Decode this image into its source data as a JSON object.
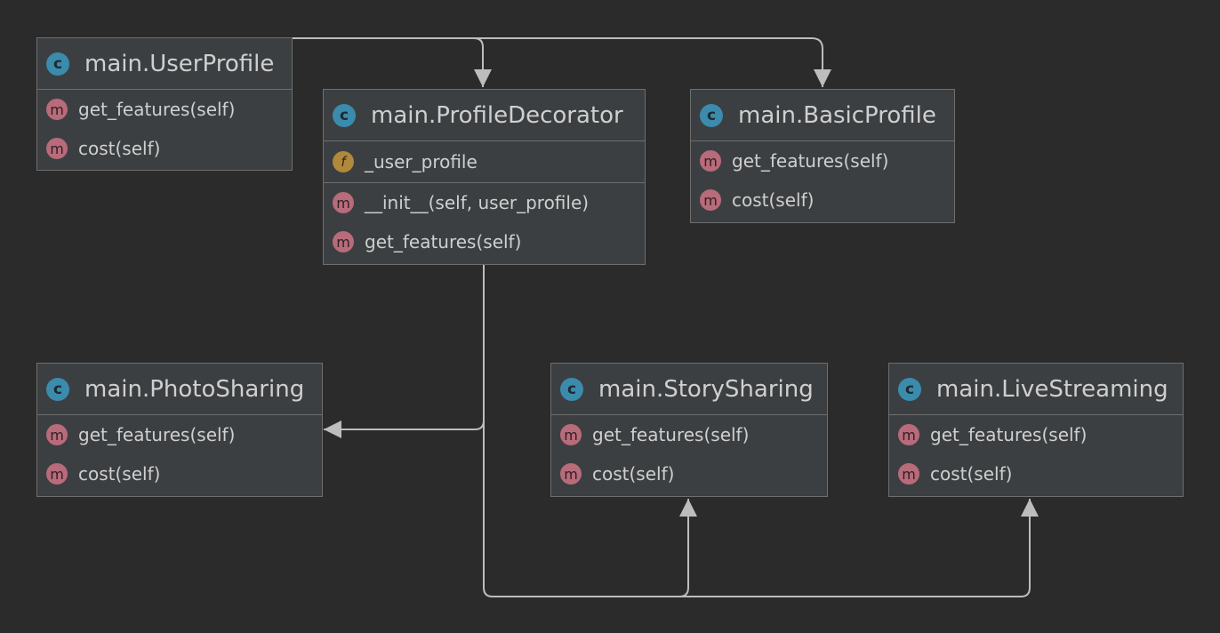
{
  "colors": {
    "background": "#2b2b2b",
    "box_fill": "#3c3f41",
    "box_border": "#6e6e6e",
    "edge": "#bdbdbd",
    "class_badge": "#3b8bad",
    "method_badge": "#b86b7a",
    "field_badge": "#b0893a",
    "text": "#cfcfcf"
  },
  "badges": {
    "class": "c",
    "method": "m",
    "field": "f"
  },
  "icons": {
    "class": "class-icon",
    "method": "method-icon",
    "field": "field-icon"
  },
  "classes": {
    "user_profile": {
      "title": "main.UserProfile",
      "methods": [
        "get_features(self)",
        "cost(self)"
      ]
    },
    "profile_decorator": {
      "title": "main.ProfileDecorator",
      "fields": [
        "_user_profile"
      ],
      "methods": [
        "__init__(self, user_profile)",
        "get_features(self)"
      ]
    },
    "basic_profile": {
      "title": "main.BasicProfile",
      "methods": [
        "get_features(self)",
        "cost(self)"
      ]
    },
    "photo_sharing": {
      "title": "main.PhotoSharing",
      "methods": [
        "get_features(self)",
        "cost(self)"
      ]
    },
    "story_sharing": {
      "title": "main.StorySharing",
      "methods": [
        "get_features(self)",
        "cost(self)"
      ]
    },
    "live_streaming": {
      "title": "main.LiveStreaming",
      "methods": [
        "get_features(self)",
        "cost(self)"
      ]
    }
  },
  "edges": [
    {
      "from": "user_profile",
      "to": "profile_decorator",
      "type": "inheritance"
    },
    {
      "from": "user_profile",
      "to": "basic_profile",
      "type": "inheritance"
    },
    {
      "from": "profile_decorator",
      "to": "photo_sharing",
      "type": "inheritance"
    },
    {
      "from": "profile_decorator",
      "to": "story_sharing",
      "type": "inheritance"
    },
    {
      "from": "profile_decorator",
      "to": "live_streaming",
      "type": "inheritance"
    }
  ]
}
